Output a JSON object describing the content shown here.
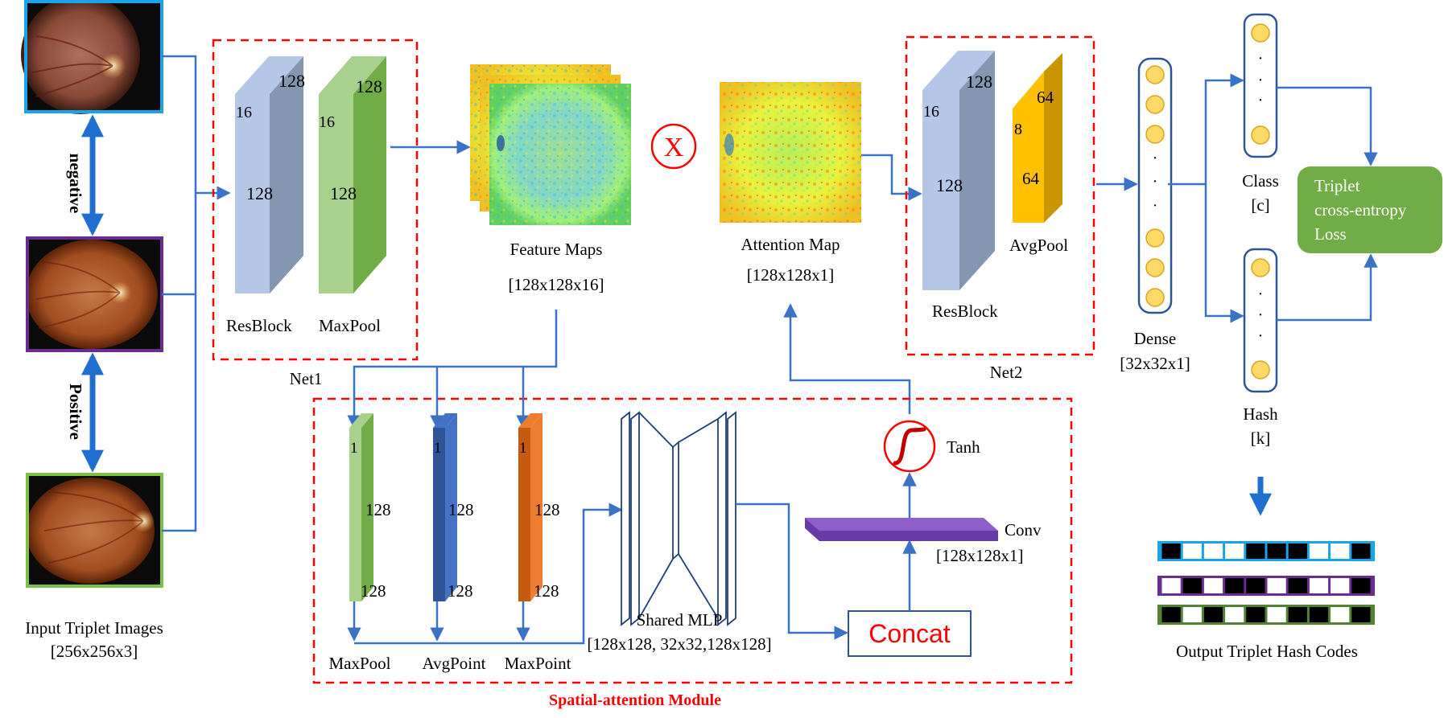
{
  "input": {
    "label_line1": "Input Triplet Images",
    "label_line2": "[256x256x3]",
    "negative_label": "negative",
    "positive_label": "Positive",
    "border_colors": {
      "top": "#1aa3e8",
      "middle": "#6a2c91",
      "bottom": "#7cc242"
    }
  },
  "net1": {
    "label": "Net1",
    "resblock": {
      "label": "ResBlock",
      "top": "128",
      "left": "16",
      "mid": "128"
    },
    "maxpool": {
      "label": "MaxPool",
      "top": "128",
      "left": "16",
      "mid": "128"
    }
  },
  "feature_maps": {
    "label": "Feature Maps",
    "dims": "[128x128x16]"
  },
  "multiply_symbol": "X",
  "attention_map": {
    "label": "Attention Map",
    "dims": "[128x128x1]"
  },
  "net2": {
    "label": "Net2",
    "resblock": {
      "label": "ResBlock",
      "top": "128",
      "left": "16",
      "mid": "128"
    },
    "avgpool": {
      "label": "AvgPool",
      "top": "64",
      "left": "8",
      "mid": "64"
    }
  },
  "dense": {
    "label": "Dense",
    "dims": "[32x32x1]",
    "dots": "·"
  },
  "class_out": {
    "label": "Class",
    "dims": "[c]",
    "dots": "·"
  },
  "hash_out": {
    "label": "Hash",
    "dims": "[k]",
    "dots": "·"
  },
  "loss": {
    "line1": "Triplet",
    "line2": "cross-entropy",
    "line3": "Loss",
    "color": "#70ad47"
  },
  "output": {
    "label": "Output Triplet Hash Codes",
    "rows": [
      {
        "border": "#1aa3e8",
        "bits": [
          1,
          0,
          0,
          0,
          1,
          1,
          1,
          0,
          0,
          1
        ]
      },
      {
        "border": "#6a2c91",
        "bits": [
          0,
          1,
          0,
          1,
          1,
          0,
          1,
          0,
          0,
          1
        ]
      },
      {
        "border": "#548235",
        "bits": [
          1,
          0,
          1,
          0,
          1,
          0,
          1,
          1,
          0,
          1
        ]
      }
    ]
  },
  "spatial": {
    "title": "Spatial-attention Module",
    "maxpool": {
      "label": "MaxPool",
      "top": "1",
      "mid": "128",
      "bot": "128"
    },
    "avgpoint": {
      "label": "AvgPoint",
      "top": "1",
      "mid": "128",
      "bot": "128"
    },
    "maxpoint": {
      "label": "MaxPoint",
      "top": "1",
      "mid": "128",
      "bot": "128"
    },
    "mlp": {
      "label": "Shared MLP",
      "dims": "[128x128, 32x32,128x128]"
    },
    "concat": "Concat",
    "conv": {
      "label": "Conv",
      "dims": "[128x128x1]"
    },
    "tanh": "Tanh"
  },
  "colors": {
    "arrow": "#3a73c5",
    "dashed": "#ff0000",
    "module_title": "#ff0000",
    "resblock_front": "#b4c7e7",
    "resblock_side": "#8497b0",
    "maxpool_front": "#a9d18e",
    "maxpool_side": "#70ad47",
    "avgpool_front": "#ffc000",
    "avgpool_side": "#c99600",
    "avgpoint_front": "#2f5597",
    "avgpoint_side": "#4472c4",
    "maxpoint_front": "#c55a11",
    "maxpoint_side": "#ed7d31",
    "conv_top": "#8e5fc7",
    "conv_front": "#6a3aa8",
    "node": "#ffd966",
    "node_border": "#d9a520"
  }
}
